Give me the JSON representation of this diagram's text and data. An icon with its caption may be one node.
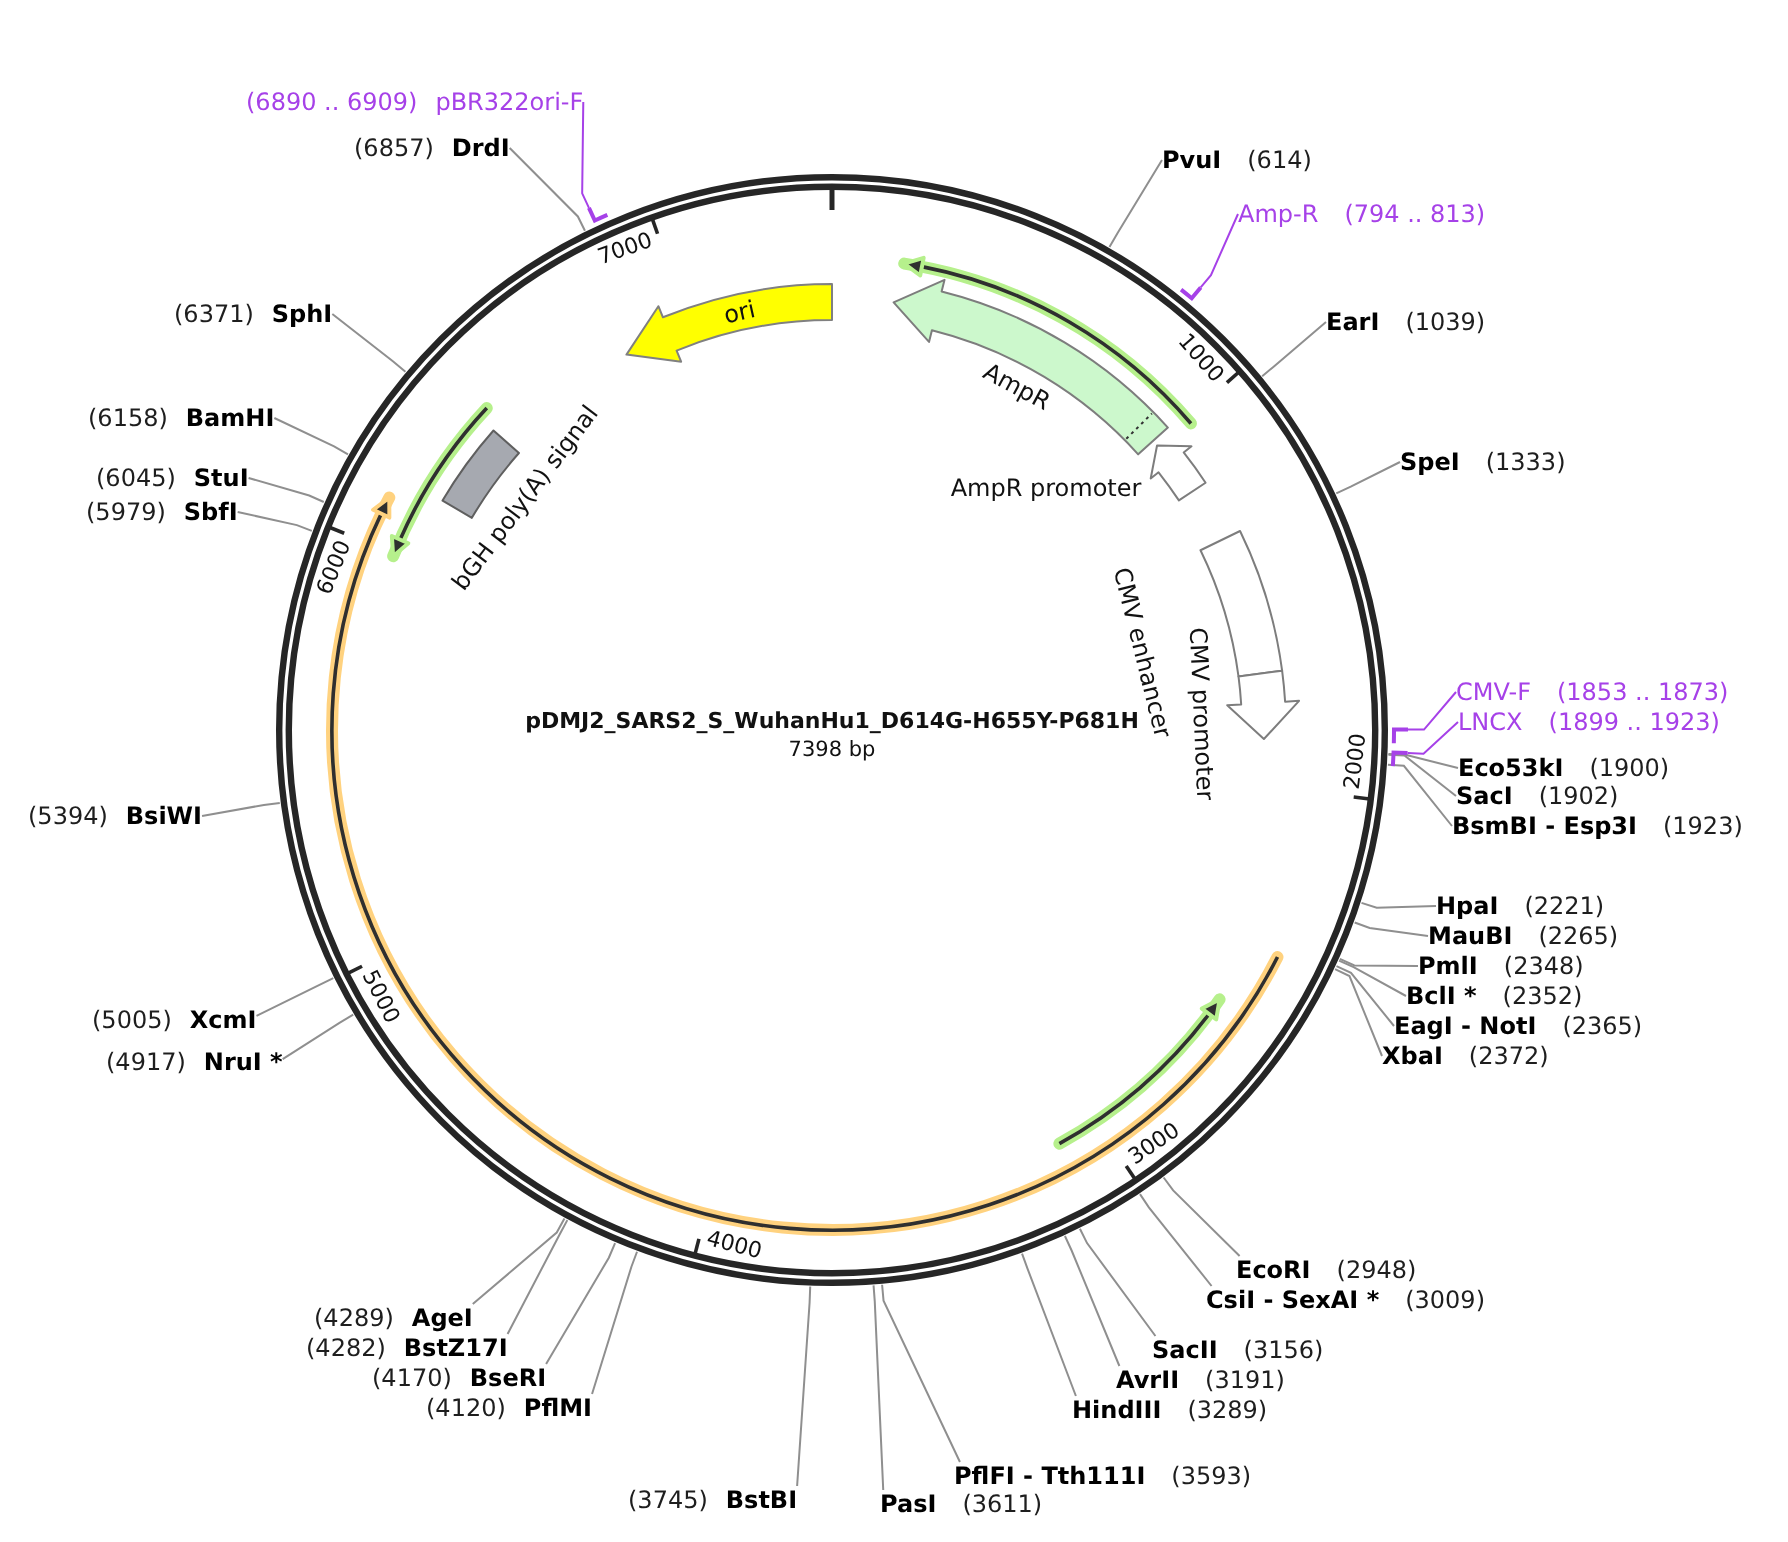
{
  "diagram": {
    "title": "pDMJ2_SARS2_S_WuhanHu1_D614G-H655Y-P681H",
    "nodes": [
      {
        "text": [],
        "shape": "circle"
      },
      {
        "text": [
          "ori"
        ],
        "in": 0
      },
      {
        "text": [
          "AmpR"
        ],
        "in": 0
      },
      {
        "text": [
          "AmpR promoter"
        ],
        "in": 0
      },
      {
        "text": [
          "CMV enhancer"
        ],
        "in": 0
      },
      {
        "text": [
          "CMV promoter"
        ],
        "in": 0
      },
      {
        "text": [
          "bGH poly(A) signal"
        ],
        "in": 0
      },
      {
        "text": [],
        "shape": "bar"
      },
      {
        "text": [],
        "shape": "bar"
      },
      {
        "text": [],
        "shape": "bar"
      },
      {
        "text": [],
        "shape": "bar"
      },
      {
        "text": [
          "PvuI",
          "(614)"
        ]
      },
      {
        "text": [
          "Amp-R",
          "(794 .. 813)"
        ]
      },
      {
        "text": [
          "EarI",
          "(1039)"
        ]
      },
      {
        "text": [
          "SpeI",
          "(1333)"
        ]
      },
      {
        "text": [
          "CMV-F",
          "(1853 .. 1873)"
        ]
      },
      {
        "text": [
          "LNCX",
          "(1899 .. 1923)"
        ]
      },
      {
        "text": [
          "Eco53kI",
          "(1900)"
        ]
      },
      {
        "text": [
          "SacI",
          "(1902)"
        ]
      },
      {
        "text": [
          "BsmBI - Esp3I",
          "(1923)"
        ]
      },
      {
        "text": [
          "HpaI",
          "(2221)"
        ]
      },
      {
        "text": [
          "MauBI",
          "(2265)"
        ]
      },
      {
        "text": [
          "PmlI",
          "(2348)"
        ]
      },
      {
        "text": [
          "BclI *",
          "(2352)"
        ]
      },
      {
        "text": [
          "EagI - NotI",
          "(2365)"
        ]
      },
      {
        "text": [
          "XbaI",
          "(2372)"
        ]
      },
      {
        "text": [
          "EcoRI",
          "(2948)"
        ]
      },
      {
        "text": [
          "CsiI - SexAI *",
          "(3009)"
        ]
      },
      {
        "text": [
          "SacII",
          "(3156)"
        ]
      },
      {
        "text": [
          "AvrII",
          "(3191)"
        ]
      },
      {
        "text": [
          "HindIII",
          "(3289)"
        ]
      },
      {
        "text": [
          "PflFI - Tth111I",
          "(3593)"
        ]
      },
      {
        "text": [
          "PasI",
          "(3611)"
        ]
      },
      {
        "text": [
          "(3745)",
          "BstBI"
        ]
      },
      {
        "text": [
          "(4120)",
          "PflMI"
        ]
      },
      {
        "text": [
          "(4170)",
          "BseRI"
        ]
      },
      {
        "text": [
          "(4282)",
          "BstZ17I"
        ]
      },
      {
        "text": [
          "(4289)",
          "AgeI"
        ]
      },
      {
        "text": [
          "(4917)",
          "NruI *"
        ]
      },
      {
        "text": [
          "(5005)",
          "XcmI"
        ]
      },
      {
        "text": [
          "(5394)",
          "BsiWI"
        ]
      },
      {
        "text": [
          "(5979)",
          "SbfI"
        ]
      },
      {
        "text": [
          "(6045)",
          "StuI"
        ]
      },
      {
        "text": [
          "(6158)",
          "BamHI"
        ]
      },
      {
        "text": [
          "(6371)",
          "SphI"
        ]
      },
      {
        "text": [
          "(6857)",
          "DrdI"
        ]
      },
      {
        "text": [
          "(6890 .. 6909)",
          "pBR322ori-F"
        ]
      }
    ],
    "edges": [
      {
        "from": 11,
        "to": 0,
        "arrow": "none"
      },
      {
        "from": 12,
        "to": 8,
        "arrow": "none",
        "color": "#a641e8"
      },
      {
        "from": 13,
        "to": 0,
        "arrow": "none"
      },
      {
        "from": 14,
        "to": 0,
        "arrow": "none"
      },
      {
        "from": 15,
        "to": 9,
        "arrow": "none",
        "color": "#a641e8"
      },
      {
        "from": 16,
        "to": 10,
        "arrow": "none",
        "color": "#a641e8"
      },
      {
        "from": 17,
        "to": 0,
        "arrow": "none"
      },
      {
        "from": 18,
        "to": 0,
        "arrow": "none"
      },
      {
        "from": 19,
        "to": 0,
        "arrow": "none"
      },
      {
        "from": 20,
        "to": 0,
        "arrow": "none"
      },
      {
        "from": 21,
        "to": 0,
        "arrow": "none"
      },
      {
        "from": 22,
        "to": 0,
        "arrow": "none"
      },
      {
        "from": 23,
        "to": 0,
        "arrow": "none"
      },
      {
        "from": 24,
        "to": 0,
        "arrow": "none"
      },
      {
        "from": 25,
        "to": 0,
        "arrow": "none"
      },
      {
        "from": 26,
        "to": 0,
        "arrow": "none"
      },
      {
        "from": 27,
        "to": 0,
        "arrow": "none"
      },
      {
        "from": 28,
        "to": 0,
        "arrow": "none"
      },
      {
        "from": 29,
        "to": 0,
        "arrow": "none"
      },
      {
        "from": 30,
        "to": 0,
        "arrow": "none"
      },
      {
        "from": 31,
        "to": 0,
        "arrow": "none"
      },
      {
        "from": 32,
        "to": 0,
        "arrow": "none"
      },
      {
        "from": 33,
        "to": 0,
        "arrow": "none"
      },
      {
        "from": 34,
        "to": 0,
        "arrow": "none"
      },
      {
        "from": 35,
        "to": 0,
        "arrow": "none"
      },
      {
        "from": 36,
        "to": 0,
        "arrow": "none"
      },
      {
        "from": 37,
        "to": 0,
        "arrow": "none"
      },
      {
        "from": 38,
        "to": 0,
        "arrow": "none"
      },
      {
        "from": 39,
        "to": 0,
        "arrow": "none"
      },
      {
        "from": 40,
        "to": 0,
        "arrow": "none"
      },
      {
        "from": 41,
        "to": 0,
        "arrow": "none"
      },
      {
        "from": 42,
        "to": 0,
        "arrow": "none"
      },
      {
        "from": 43,
        "to": 0,
        "arrow": "none"
      },
      {
        "from": 44,
        "to": 0,
        "arrow": "none"
      },
      {
        "from": 45,
        "to": 0,
        "arrow": "none"
      },
      {
        "from": 46,
        "to": 7,
        "arrow": "none",
        "color": "#a641e8"
      }
    ],
    "labels": [
      "7398 bp",
      "1000",
      "2000",
      "3000",
      "4000",
      "5000",
      "6000",
      "7000"
    ]
  }
}
